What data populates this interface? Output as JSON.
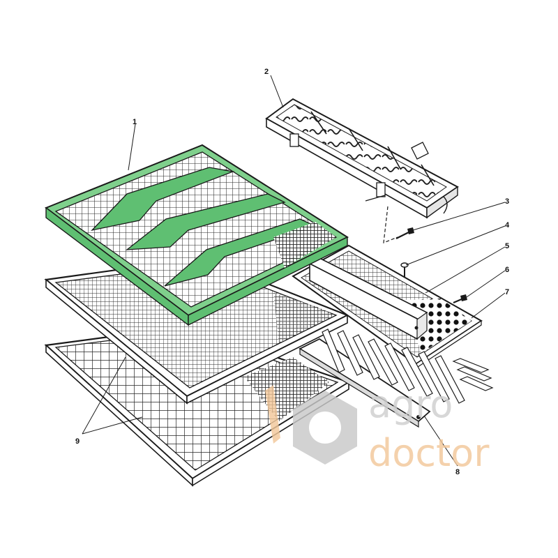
{
  "colors": {
    "line": "#1a1a1a",
    "green_frame": "#7fd08c",
    "green_fill": "#5fbf72",
    "paper": "#ffffff",
    "watermark_gray": "#cfcfcf",
    "watermark_orange": "#f2c89a"
  },
  "callouts": [
    {
      "id": "1",
      "label": "1"
    },
    {
      "id": "2",
      "label": "2"
    },
    {
      "id": "3",
      "label": "3"
    },
    {
      "id": "4",
      "label": "4"
    },
    {
      "id": "5",
      "label": "5"
    },
    {
      "id": "6",
      "label": "6"
    },
    {
      "id": "7",
      "label": "7"
    },
    {
      "id": "8",
      "label": "8"
    },
    {
      "id": "9",
      "label": "9"
    }
  ],
  "watermark": {
    "line1": "agro",
    "line2": "doctor",
    "logo_icon": "hex-nut-icon"
  }
}
